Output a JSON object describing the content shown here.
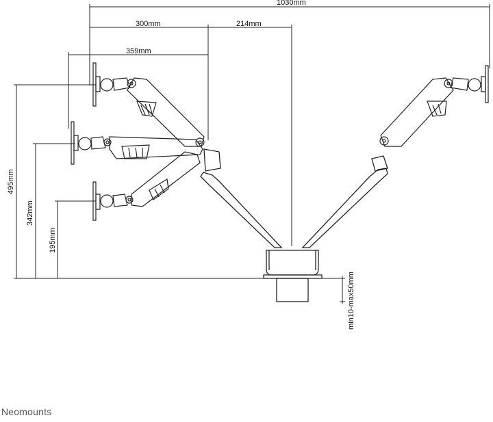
{
  "dimensions": {
    "total_width": "1030mm",
    "arm_reach_right": "214mm",
    "arm_reach_mid": "300mm",
    "arm_reach_left": "359mm",
    "height_max": "495mm",
    "height_mid": "342mm",
    "height_min": "195mm",
    "desk_clamp": "min10-max50mm"
  },
  "brand": {
    "name": "Neomounts"
  }
}
